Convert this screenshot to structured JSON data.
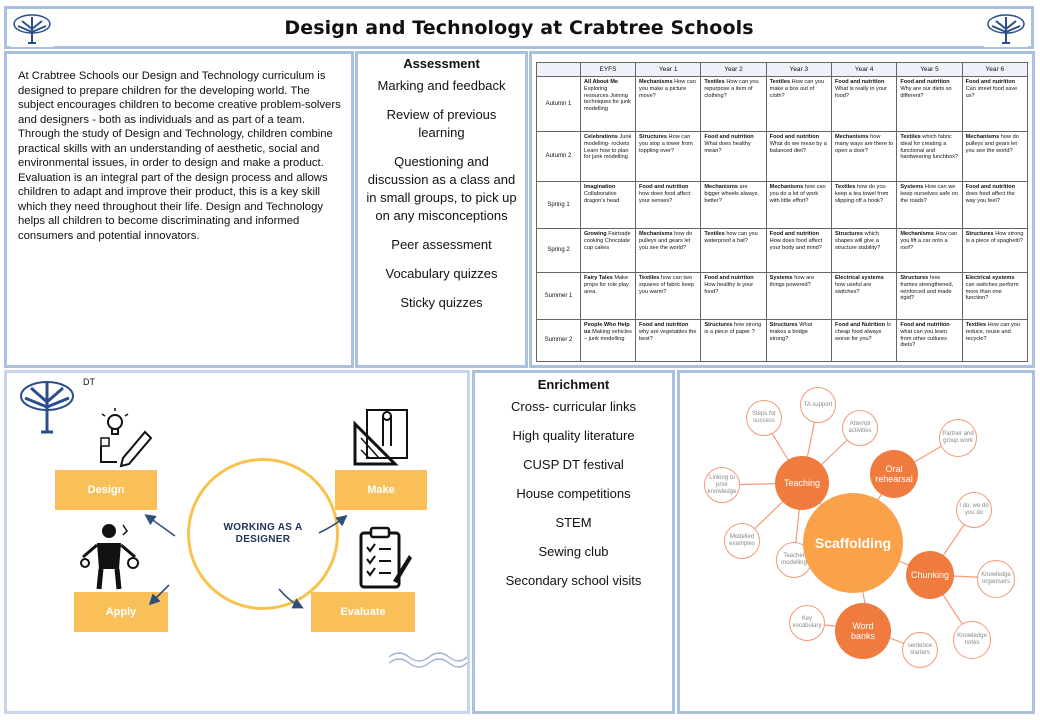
{
  "header": {
    "title": "Design and Technology at Crabtree Schools"
  },
  "intro": {
    "text": "At Crabtree Schools our Design and Technology curriculum is designed to prepare children for the developing world.  The subject encourages children to become creative problem-solvers and designers - both as individuals and as part of a team.  Through the study of Design and Technology, children combine practical skills with an understanding of aesthetic, social and environmental issues, in order to design and make a product.  Evaluation is an integral part of the design process and allows children to adapt and improve their product, this is a key skill which they need throughout their life. Design and Technology helps all children to become discriminating and informed consumers and potential innovators."
  },
  "assessment": {
    "heading": "Assessment",
    "items": [
      "Marking and feedback",
      "Review of previous learning",
      "Questioning and discussion as a class and in small groups, to pick up on any misconceptions",
      "Peer assessment",
      "Vocabulary quizzes",
      "Sticky quizzes"
    ]
  },
  "curriculum": {
    "columns": [
      "",
      "EYFS",
      "Year 1",
      "Year 2",
      "Year 3",
      "Year 4",
      "Year 5",
      "Year 6"
    ],
    "rows": [
      {
        "term": "Autumn 1",
        "cells": [
          {
            "title": "All About Me",
            "text": "Exploring resources Joining techniques for junk modelling"
          },
          {
            "title": "Mechanisms",
            "text": "How can you make a picture move?"
          },
          {
            "title": "Textiles",
            "text": "How can you repurpose a item of clothing?"
          },
          {
            "title": "Textiles",
            "text": "How can you make a box out of cloth?"
          },
          {
            "title": "Food and nutrition",
            "text": "What is really in your food?"
          },
          {
            "title": "Food and nutrition",
            "text": "Why are our diets so different?"
          },
          {
            "title": "Food and nutrition",
            "text": "Can street food save us?"
          }
        ]
      },
      {
        "term": "Autumn 2",
        "cells": [
          {
            "title": "Celebrations",
            "text": "Junk modelling- rockets Learn how to plan for junk modelling"
          },
          {
            "title": "Structures",
            "text": "How can you stop a tower from toppling over?"
          },
          {
            "title": "Food and nutrition",
            "text": "What does healthy mean?"
          },
          {
            "title": "Food and nutrition",
            "text": "What do we mean by a balanced diet?"
          },
          {
            "title": "Mechanisms",
            "text": "how many ways are there to open a door?"
          },
          {
            "title": "Textiles",
            "text": "which fabric ideal for creating a functional and hardwearing lunchbox?"
          },
          {
            "title": "Mechanisms",
            "text": "how do pulleys and gears let you see the world?"
          }
        ]
      },
      {
        "term": "Spring 1",
        "cells": [
          {
            "title": "Imagination",
            "text": "Collaborative dragon's head"
          },
          {
            "title": "Food and nutrition",
            "text": "how does food affect your senses?"
          },
          {
            "title": "Mechanisms",
            "text": "are bigger wheels always better?"
          },
          {
            "title": "Mechanisms",
            "text": "how can you do a lot of work with little effort?"
          },
          {
            "title": "Textiles",
            "text": "how do you keep a tea towel from slipping off a hook?"
          },
          {
            "title": "Systems",
            "text": "How can we keep ourselves safe on the roads?"
          },
          {
            "title": "Food and nutrition",
            "text": "does food affect the way you feel?"
          }
        ]
      },
      {
        "term": "Spring 2",
        "cells": [
          {
            "title": "Growing",
            "text": "Fairtrade cooking Chocolate cup cakes"
          },
          {
            "title": "Mechanisms",
            "text": "how do pulleys and gears let you see the world?"
          },
          {
            "title": "Textiles",
            "text": "how can you waterproof a hat?"
          },
          {
            "title": "Food and nutrition",
            "text": "How does food affect your body and mind?"
          },
          {
            "title": "Structures",
            "text": "which shapes will give a structure stability?"
          },
          {
            "title": "Mechanisms",
            "text": "How can you lift a car onto a roof?"
          },
          {
            "title": "Structures",
            "text": "How strong is a piece of spaghetti?"
          }
        ]
      },
      {
        "term": "Summer 1",
        "cells": [
          {
            "title": "Fairy Tales",
            "text": "Make props for role play area."
          },
          {
            "title": "Textiles",
            "text": "how can two squares of fabric keep you warm?"
          },
          {
            "title": "Food and nutrition",
            "text": "How healthy is your food?"
          },
          {
            "title": "Systems",
            "text": "how are things powered?"
          },
          {
            "title": "Electrical systems",
            "text": "how useful are switches?"
          },
          {
            "title": "Structures",
            "text": "how frames strengthened, reinforced and made rigid?"
          },
          {
            "title": "Electrical systems",
            "text": "can switches perform more than one function?"
          }
        ]
      },
      {
        "term": "Summer 2",
        "cells": [
          {
            "title": "People Who Help us",
            "text": "Making vehicles – junk modelling"
          },
          {
            "title": "Food and nutrition",
            "text": "why are vegetables the best?"
          },
          {
            "title": "Structures",
            "text": "how strong is a piece of paper ?"
          },
          {
            "title": "Structures",
            "text": "What makes a bridge strong?"
          },
          {
            "title": "Food and Nutrition",
            "text": "Is cheap food always worse for you?"
          },
          {
            "title": "Food and nutrition",
            "text": "what can you learn from other cultures diets?"
          },
          {
            "title": "Textiles",
            "text": "How can you reduce, reuse and recycle?"
          }
        ]
      }
    ]
  },
  "process": {
    "logo_label": "DT",
    "center": "WORKING AS A DESIGNER",
    "stages": {
      "design": "Design",
      "make": "Make",
      "apply": "Apply",
      "evaluate": "Evaluate"
    },
    "colors": {
      "box": "#f9c05a",
      "ring": "#f8c24c",
      "arrow": "#2f4f7a"
    }
  },
  "enrichment": {
    "heading": "Enrichment",
    "items": [
      "Cross- curricular links",
      "High quality literature",
      "CUSP DT festival",
      "House competitions",
      "STEM",
      "Sewing club",
      "Secondary school visits"
    ]
  },
  "scaffolding": {
    "center": "Scaffolding",
    "hubs": {
      "teaching": "Teaching",
      "oral": "Oral rehearsal",
      "chunking": "Chunking",
      "word_banks": "Word banks"
    },
    "leaves": {
      "steps": "Steps for success",
      "ta": "TA support",
      "attempt": "Attempt activities",
      "partner": "Partner and group work",
      "prior": "Linking to prior knowledge",
      "modelled": "Modelled examples",
      "teacher_modelling": "Teacher modelling",
      "ido": "I do, we do you do",
      "organisers": "Knowledge organisers",
      "notes": "Knowledge notes",
      "starters": "sentence starters",
      "vocab": "Key vocabulary"
    },
    "colors": {
      "center": "#f9a24a",
      "hub": "#f07b3f",
      "leaf_border": "#f39a78"
    }
  }
}
